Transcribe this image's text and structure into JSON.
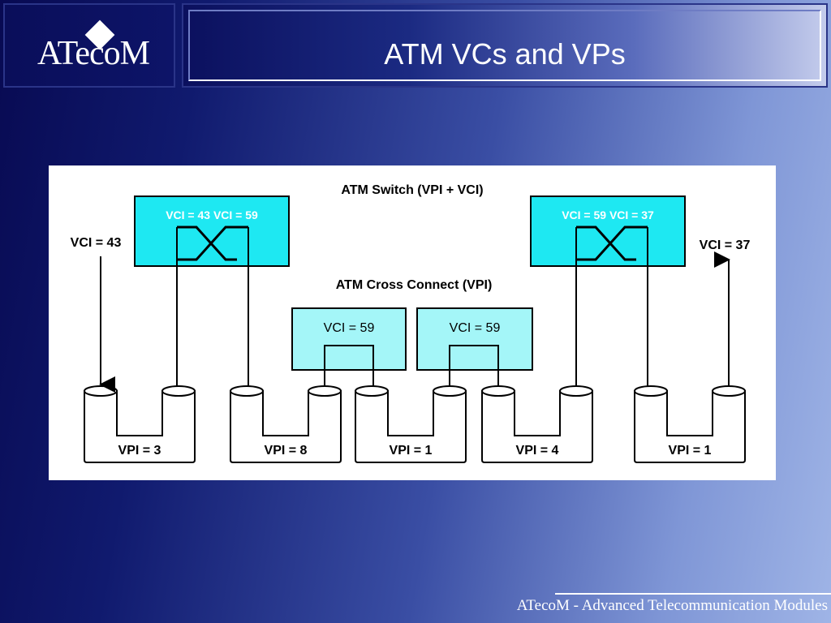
{
  "logo": {
    "text": "ATecoM",
    "icon": "diamond-icon"
  },
  "slide": {
    "title": "ATM VCs and VPs"
  },
  "footer": {
    "text": "ATecoM - Advanced Telecommunication Modules"
  },
  "diagram": {
    "switch_heading": "ATM Switch (VPI + VCI)",
    "cross_connect_heading": "ATM Cross Connect (VPI)",
    "switch_left_label": "VCI = 43  VCI = 59",
    "switch_right_label": "VCI = 59  VCI = 37",
    "cc_left_label": "VCI = 59",
    "cc_right_label": "VCI = 59",
    "in_label": "VCI = 43",
    "out_label": "VCI = 37",
    "vpi_labels": [
      "VPI = 3",
      "VPI = 8",
      "VPI = 1",
      "VPI = 4",
      "VPI = 1"
    ],
    "colors": {
      "switch_fill": "#1ee8f2",
      "cc_fill": "#a4f6f8",
      "line": "#000000"
    }
  }
}
